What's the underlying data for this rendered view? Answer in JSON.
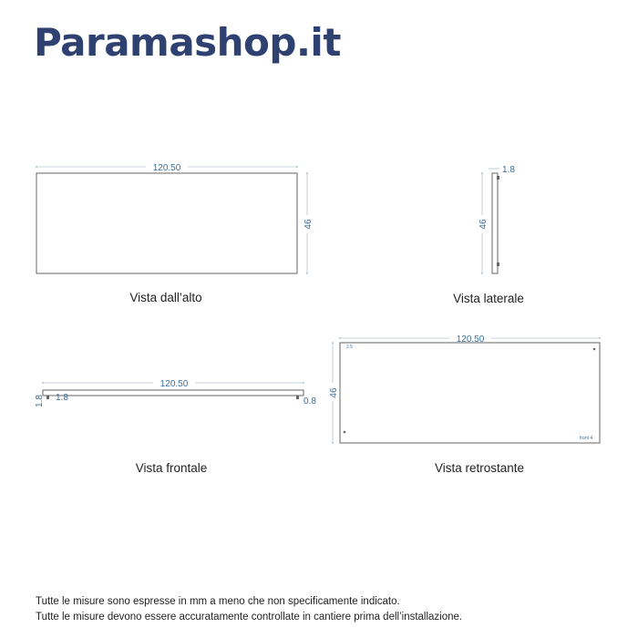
{
  "brand": {
    "name": "Paramashop.it",
    "color": "#2e4170"
  },
  "dimension_color": "#3a6f9c",
  "views": {
    "top": {
      "caption": "Vista dall’alto",
      "width": "120.50",
      "depth": "46"
    },
    "side": {
      "caption": "Vista laterale",
      "height": "46",
      "thickness": "1.8"
    },
    "front": {
      "caption": "Vista frontale",
      "width": "120.50",
      "thickness_left": "1.8",
      "detail_left": "1.8",
      "detail_right": "0.8"
    },
    "back": {
      "caption": "Vista retrostante",
      "width": "120.50",
      "height": "46",
      "detail_top": "2.5",
      "detail_bottom": "front 4"
    }
  },
  "footer": {
    "line1": "Tutte le misure sono espresse in mm a meno che non specificamente indicato.",
    "line2": "Tutte le misure devono essere accuratamente controllate in cantiere prima dell’installazione."
  }
}
